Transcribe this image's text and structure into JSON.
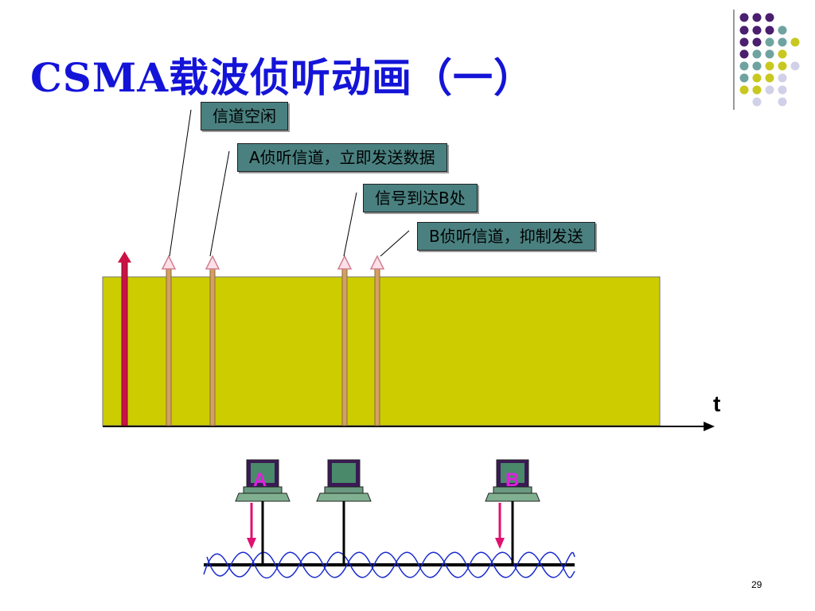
{
  "title": "CSMA载波侦听动画（一）",
  "callouts": {
    "idle": "信道空闲",
    "a_listen": "A侦听信道，立即发送数据",
    "arrive": "信号到达B处",
    "b_listen": "B侦听信道，抑制发送"
  },
  "axis_label": "t",
  "nodes": {
    "a": "A",
    "b": "B"
  },
  "page_number": "29",
  "colors": {
    "title": "#1414d8",
    "channel": "#cccc00",
    "callout": "#4a8080",
    "marker_main": "#cc1144",
    "marker_event": "#d4a060",
    "node_label": "#e020e0",
    "dot_purple": "#4b1f6f",
    "dot_teal": "#6fa3a0",
    "dot_yellow": "#c8c820",
    "dot_lavender": "#d0d0e8"
  }
}
